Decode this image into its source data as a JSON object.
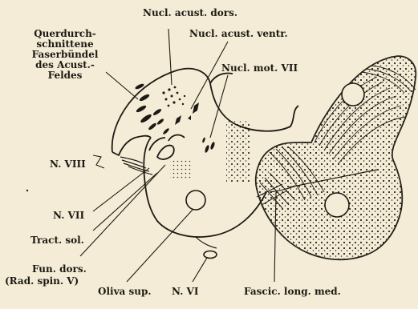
{
  "labels": {
    "querdurch": [
      "Querdurch-",
      "schnittene",
      "Faserbündel",
      "des Acust.-",
      "Feldes"
    ],
    "nucl_acust_dors": "Nucl. acust. dors.",
    "nucl_acust_ventr": "Nucl. acust. ventr.",
    "nucl_mot_vii": "Nucl. mot. VII",
    "n_viii": "N. VIII",
    "n_vii": "N. VII",
    "tract_sol": "Tract. sol.",
    "fun_dors": "Fun. dors.",
    "rad_spin_v": "(Rad. spin. V)",
    "oliva_sup": "Oliva sup.",
    "n_vi": "N. VI",
    "fascic_long_med": "Fascic. long. med."
  },
  "colors": {
    "paper": "#f4ecd6",
    "ink": "#1c1a14"
  }
}
